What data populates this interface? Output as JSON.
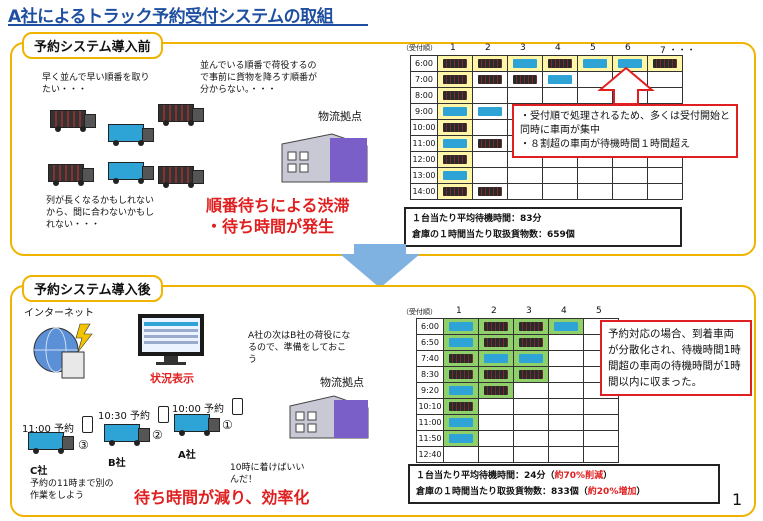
{
  "title": "A社によるトラック予約受付システムの取組",
  "page_number": "1",
  "before": {
    "tab": "予約システム導入前",
    "note1": "早く並んで早い順番を取りたい・・・",
    "note2": "並んでいる順番で荷役するので事前に貨物を降ろす順番が分からない。・・・",
    "note3": "列が長くなるかもしれないから、間に合わないかもしれない・・・",
    "hub": "物流拠点",
    "headline1": "順番待ちによる渋滞",
    "headline2": "・待ち時間が発生",
    "grid_header_label": "（受付順）",
    "grid_cols": [
      "1",
      "2",
      "3",
      "4",
      "5",
      "6",
      "7 ・・・"
    ],
    "times": [
      "6:00",
      "7:00",
      "8:00",
      "9:00",
      "10:00",
      "11:00",
      "12:00",
      "13:00",
      "14:00"
    ],
    "callout1": "・受付順で処理されるため、多くは受付開始と同時に車両が集中",
    "callout2": "・８割超の車両が待機時間１時間超え",
    "summary1": "１台当たり平均待機時間：83分",
    "summary2": "倉庫の１時間当たり取扱貨物数：659個"
  },
  "after": {
    "tab": "予約システム導入後",
    "internet": "インターネット",
    "status": "状況表示",
    "note_a": "A社の次はB社の荷役になるので、準備をしておこう",
    "hub": "物流拠点",
    "res_c": "11:00 予約",
    "res_b": "10:30 予約",
    "res_a": "10:00 予約",
    "order_3": "③",
    "order_2": "②",
    "order_1": "①",
    "co_c": "C社",
    "co_b": "B社",
    "co_a": "A社",
    "note_c": "予約の11時まで別の作業をしよう",
    "note_ok": "10時に着けばいいんだ！",
    "headline": "待ち時間が減り、効率化",
    "grid_header_label": "（受付順）",
    "grid_cols": [
      "1",
      "2",
      "3",
      "4",
      "5"
    ],
    "times": [
      "6:00",
      "6:50",
      "7:40",
      "8:30",
      "9:20",
      "10:10",
      "11:00",
      "11:50",
      "12:40"
    ],
    "callout": "予約対応の場合、到着車両が分散化され、待機時間1時間超の車両の待機時間が1時間以内に収まった。",
    "summary1a": "１台当たり平均待機時間：24分（",
    "summary1b": "約70%削減",
    "summary1c": "）",
    "summary2a": "倉庫の１時間当たり取扱貨物数：833個（",
    "summary2b": "約20%増加",
    "summary2c": "）"
  },
  "colors": {
    "accent_yellow": "#f0b400",
    "title_blue": "#1f4fa0",
    "alert_red": "#e02020",
    "truck_blue": "#2ea4d6",
    "cell_green": "#8fd06a",
    "cell_yellow": "#fff6a8"
  }
}
